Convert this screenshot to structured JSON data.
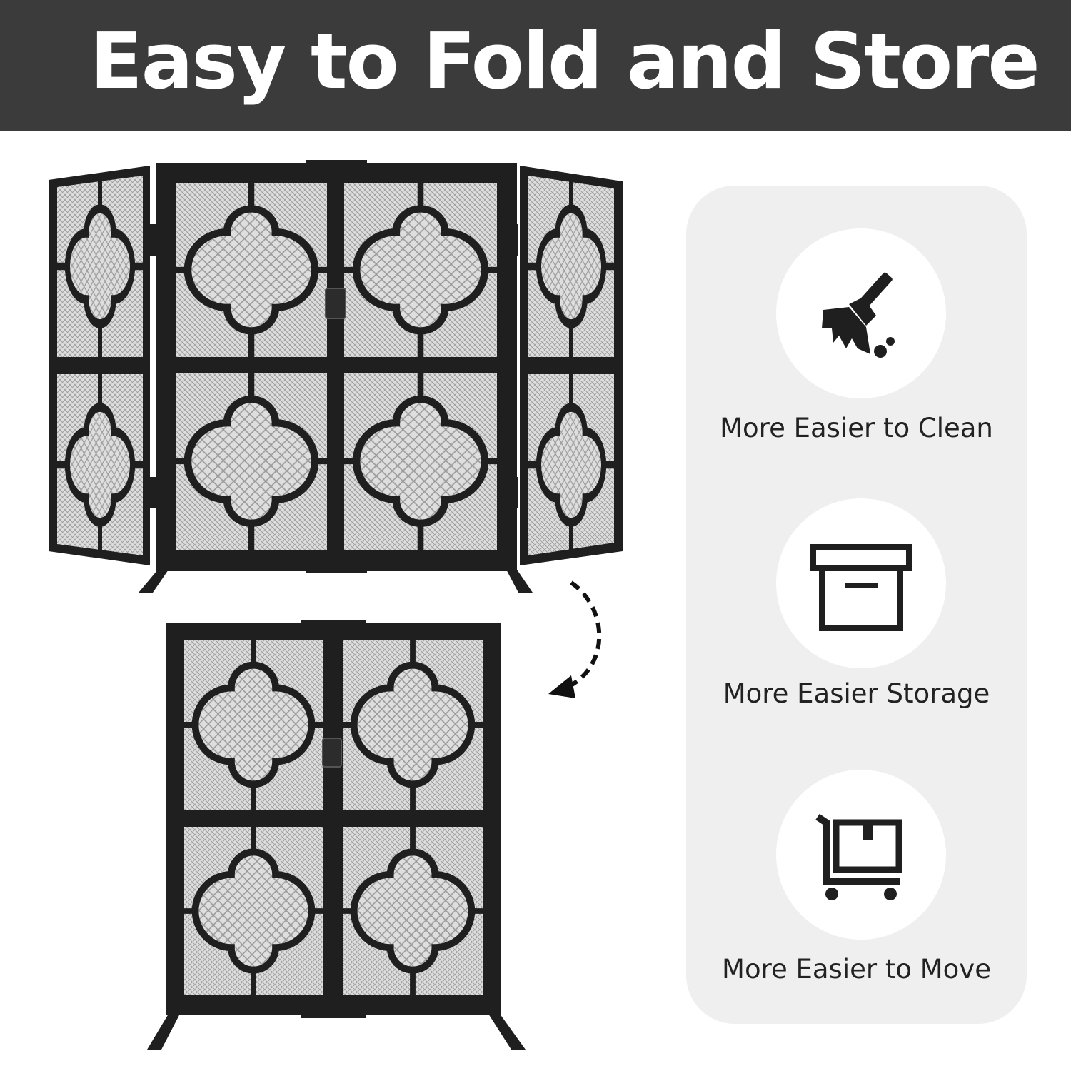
{
  "banner": {
    "title": "Easy to Fold and Store",
    "background_color": "#3b3b3b",
    "text_color": "#ffffff"
  },
  "features": [
    {
      "label": "More Easier to Clean",
      "icon": "broom-icon"
    },
    {
      "label": "More Easier Storage",
      "icon": "storage-box-icon"
    },
    {
      "label": "More Easier to Move",
      "icon": "hand-truck-icon"
    }
  ],
  "colors": {
    "frame": "#1f1f1f",
    "mesh": "#dcdcdc",
    "panel": "#efefef"
  }
}
